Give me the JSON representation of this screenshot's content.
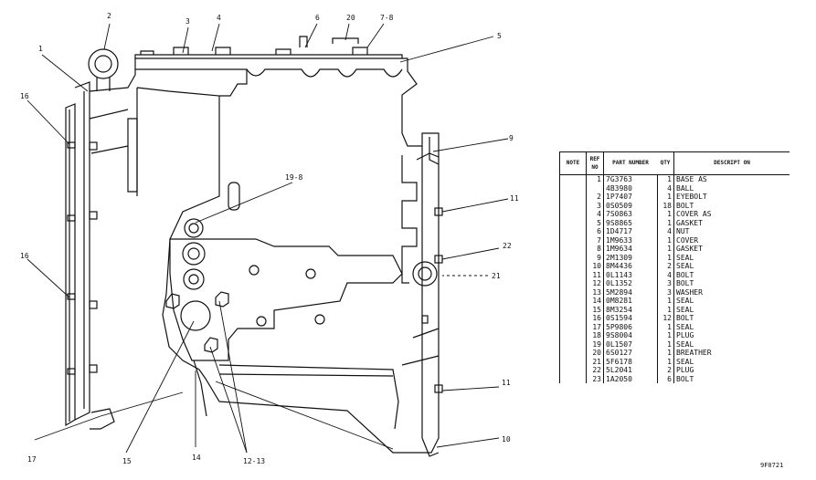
{
  "callouts": [
    "1",
    "2",
    "3",
    "4",
    "6",
    "20",
    "7-8",
    "5",
    "9",
    "16",
    "19-8",
    "11",
    "22",
    "21",
    "16",
    "11",
    "10",
    "17",
    "15",
    "14",
    "12-13"
  ],
  "table": {
    "headers": {
      "note": "NOTE",
      "ref": "REF NO",
      "part": "PART NUMBER",
      "qty": "QTY",
      "desc": "DESCRIPT ON"
    },
    "rows": [
      {
        "ref": "1",
        "part": "7G3763",
        "qty": "1",
        "desc": "BASE AS"
      },
      {
        "ref": "",
        "part": "4B3980",
        "qty": "4",
        "desc": "BALL"
      },
      {
        "ref": "2",
        "part": "1P7407",
        "qty": "1",
        "desc": "EYEBOLT"
      },
      {
        "ref": "3",
        "part": "0S0509",
        "qty": "18",
        "desc": "BOLT"
      },
      {
        "ref": "4",
        "part": "7S0863",
        "qty": "1",
        "desc": "COVER AS"
      },
      {
        "ref": "5",
        "part": "9S8865",
        "qty": "1",
        "desc": "GASKET"
      },
      {
        "ref": "6",
        "part": "1D4717",
        "qty": "4",
        "desc": "NUT"
      },
      {
        "ref": "7",
        "part": "1M9633",
        "qty": "1",
        "desc": "COVER"
      },
      {
        "ref": "8",
        "part": "1M9634",
        "qty": "1",
        "desc": "GASKET"
      },
      {
        "ref": "9",
        "part": "2M1309",
        "qty": "1",
        "desc": "SEAL"
      },
      {
        "ref": "10",
        "part": "8M4436",
        "qty": "2",
        "desc": "SEAL"
      },
      {
        "ref": "11",
        "part": "0L1143",
        "qty": "4",
        "desc": "BOLT"
      },
      {
        "ref": "12",
        "part": "0L1352",
        "qty": "3",
        "desc": "BOLT"
      },
      {
        "ref": "13",
        "part": "5M2894",
        "qty": "3",
        "desc": "WASHER"
      },
      {
        "ref": "14",
        "part": "0M8281",
        "qty": "1",
        "desc": "SEAL"
      },
      {
        "ref": "15",
        "part": "8M3254",
        "qty": "1",
        "desc": "SEAL"
      },
      {
        "ref": "16",
        "part": "0S1594",
        "qty": "12",
        "desc": "BOLT"
      },
      {
        "ref": "17",
        "part": "5P9806",
        "qty": "1",
        "desc": "SEAL"
      },
      {
        "ref": "18",
        "part": "9S8004",
        "qty": "1",
        "desc": "PLUG"
      },
      {
        "ref": "19",
        "part": "0L1507",
        "qty": "1",
        "desc": "SEAL"
      },
      {
        "ref": "20",
        "part": "6S0127",
        "qty": "1",
        "desc": "BREATHER"
      },
      {
        "ref": "21",
        "part": "5F6178",
        "qty": "1",
        "desc": "SEAL"
      },
      {
        "ref": "22",
        "part": "5L2041",
        "qty": "2",
        "desc": "PLUG"
      },
      {
        "ref": "23",
        "part": "1A2050",
        "qty": "6",
        "desc": "BOLT"
      }
    ]
  },
  "figure_id": "9F0721"
}
